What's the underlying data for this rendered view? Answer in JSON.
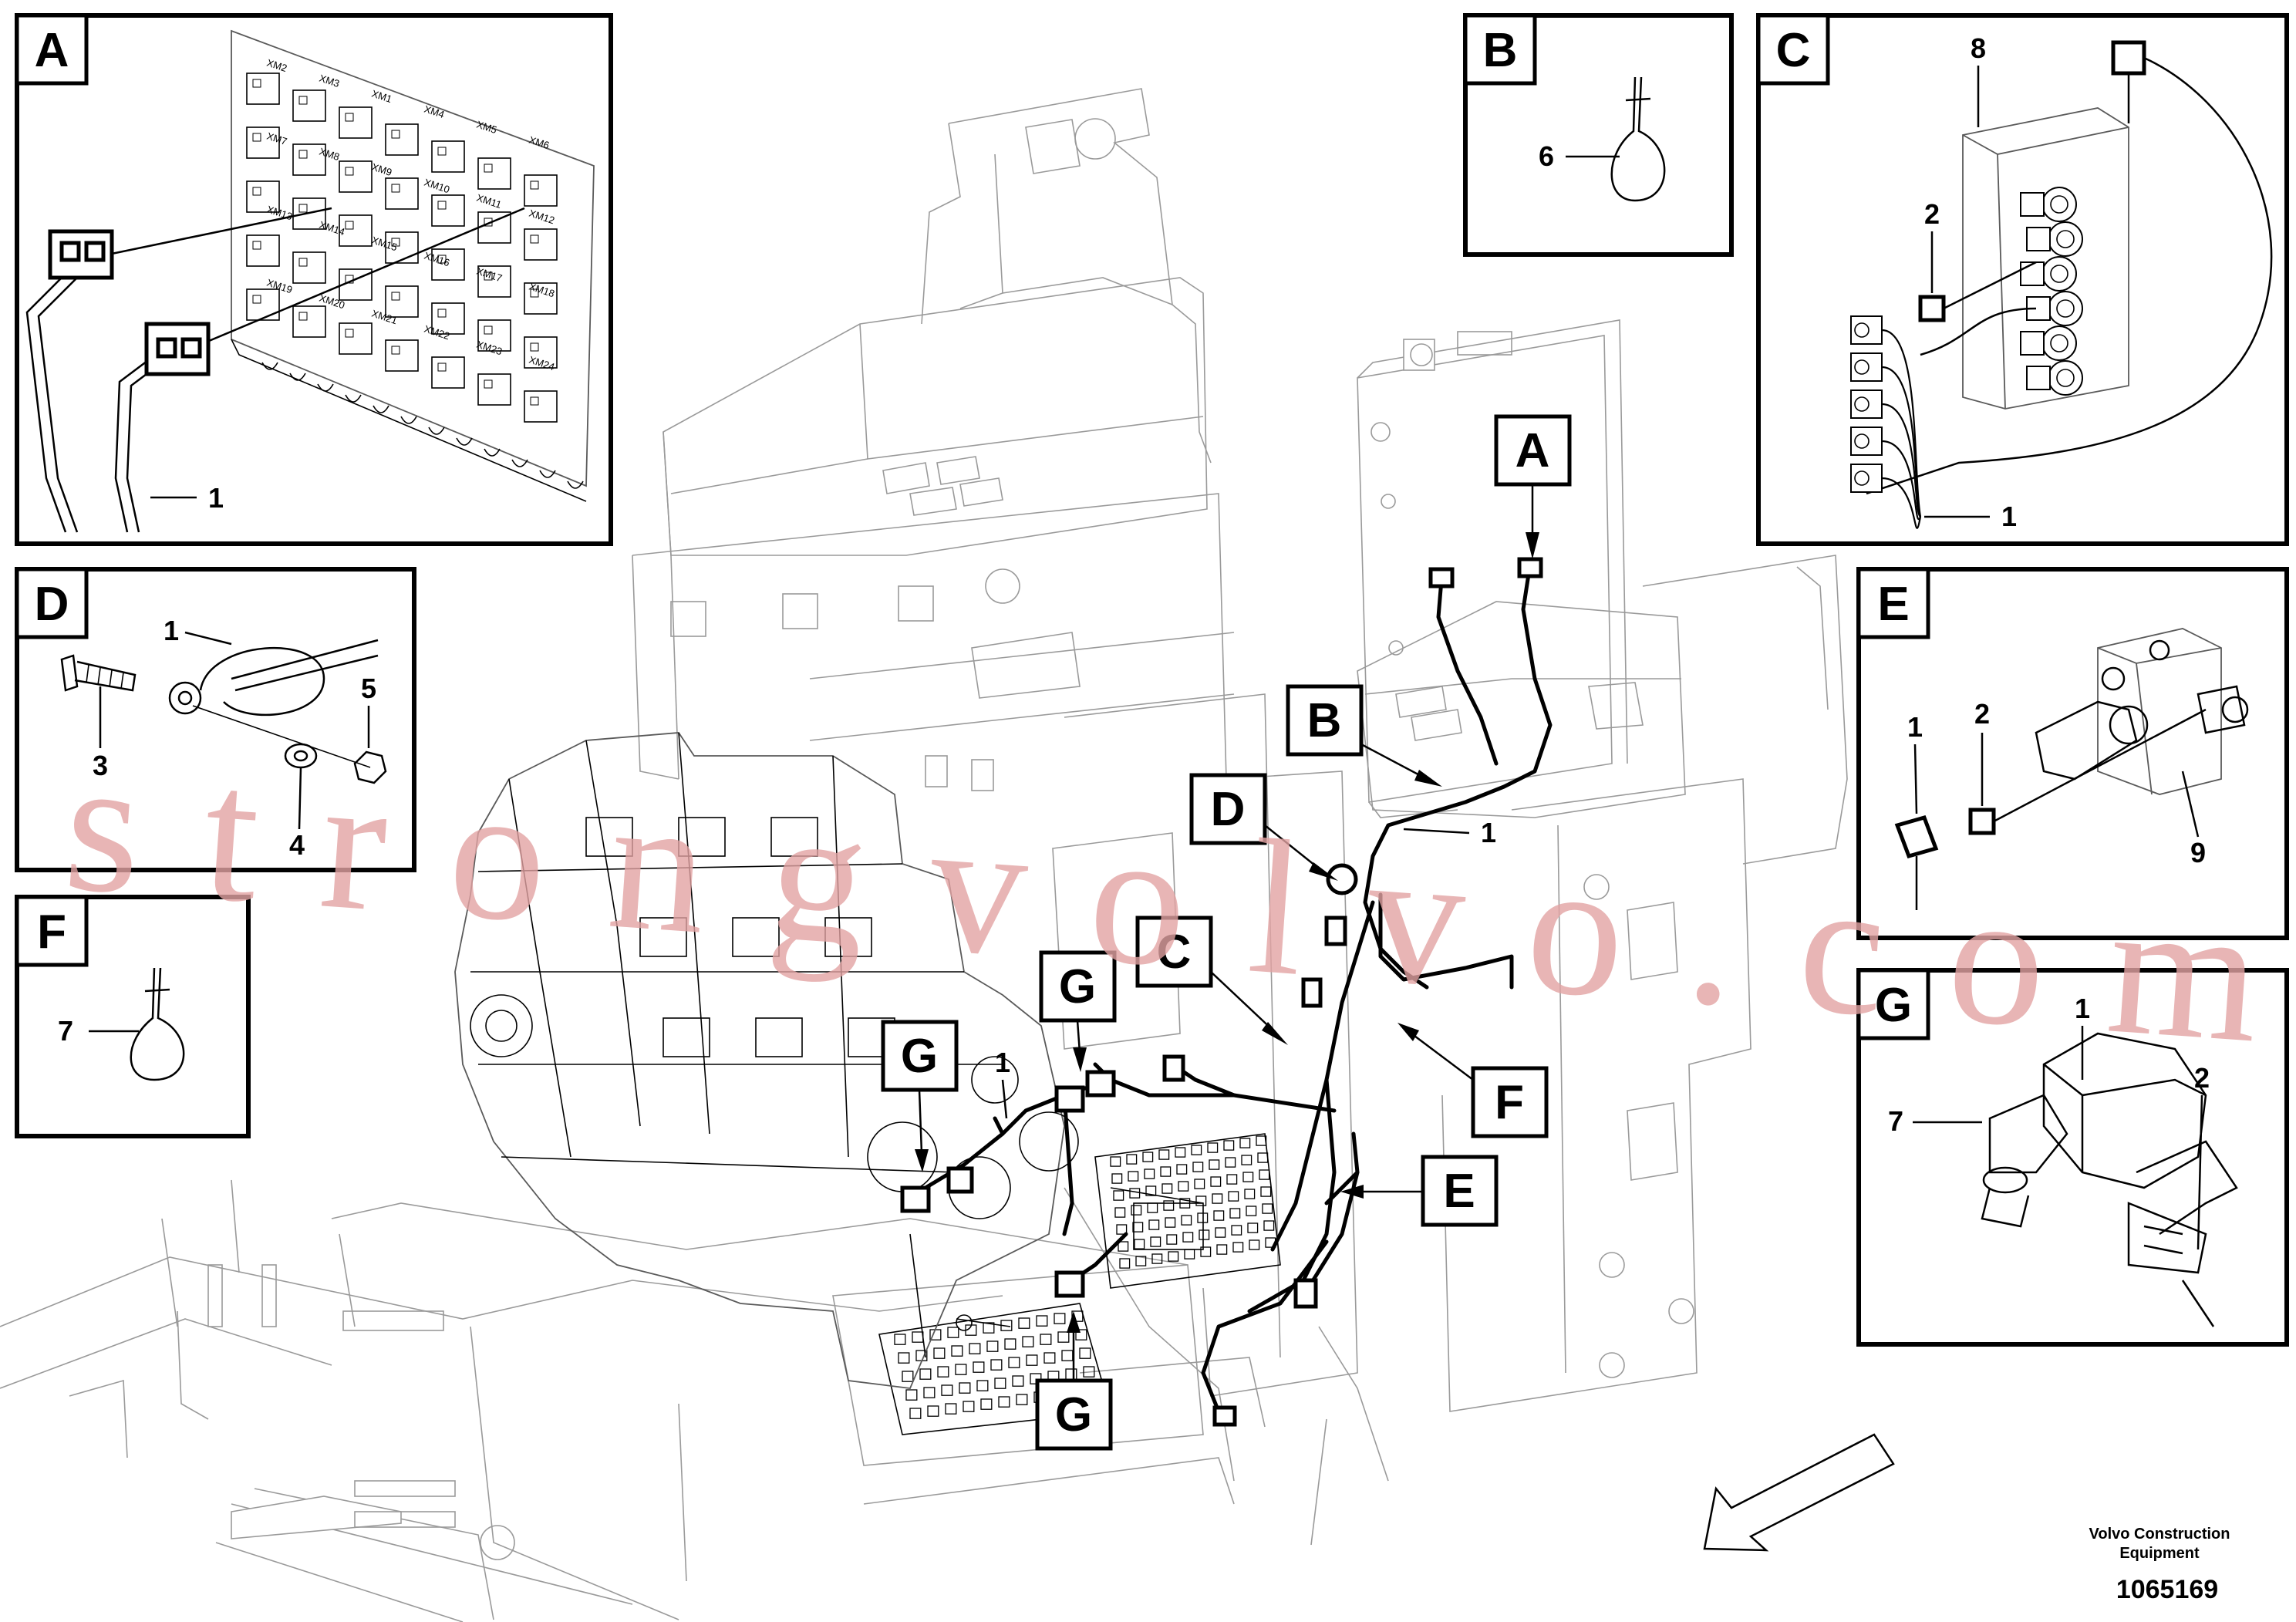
{
  "watermark": "strongvolvo.com",
  "footer": {
    "company_line1": "Volvo Construction",
    "company_line2": "Equipment",
    "figure_number": "1065169"
  },
  "detail_boxes": {
    "A": {
      "letter": "A",
      "callouts": [
        "1"
      ]
    },
    "B": {
      "letter": "B",
      "callouts": [
        "6"
      ]
    },
    "C": {
      "letter": "C",
      "callouts": [
        "8",
        "2",
        "1"
      ]
    },
    "D": {
      "letter": "D",
      "callouts": [
        "1",
        "5",
        "3",
        "4"
      ]
    },
    "E": {
      "letter": "E",
      "callouts": [
        "1",
        "2",
        "9"
      ]
    },
    "F": {
      "letter": "F",
      "callouts": [
        "7"
      ]
    },
    "G": {
      "letter": "G",
      "callouts": [
        "1",
        "7",
        "2"
      ]
    }
  },
  "main_tags": [
    "A",
    "B",
    "D",
    "C",
    "G",
    "G",
    "E",
    "F",
    "G"
  ],
  "main_callouts": [
    "1",
    "1"
  ],
  "connector_labels": [
    "XM2",
    "XM3",
    "XM1",
    "XM4",
    "XM5",
    "XM6",
    "XM7",
    "XM8",
    "XM9",
    "XM10",
    "XM11",
    "XM12",
    "XM13",
    "XM14",
    "XM15",
    "XM16",
    "XM17",
    "XM18",
    "XM19",
    "XM20",
    "XM21",
    "XM22",
    "XM23",
    "XM24"
  ]
}
